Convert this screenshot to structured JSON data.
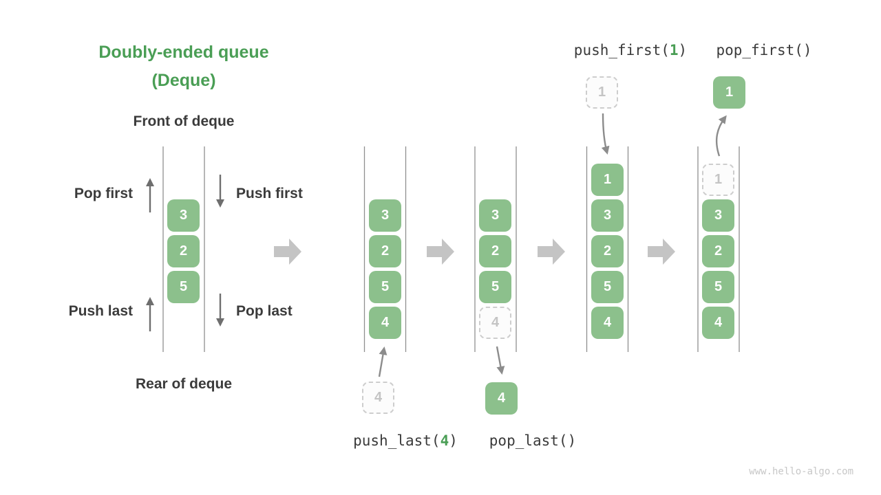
{
  "title": {
    "line1": "Doubly-ended queue",
    "line2": "(Deque)"
  },
  "deque_labels": {
    "front": "Front of deque",
    "rear": "Rear of deque",
    "pop_first": "Pop first",
    "push_first": "Push first",
    "push_last": "Push last",
    "pop_last": "Pop last"
  },
  "operations": {
    "push_first": {
      "pre": "push_first(",
      "arg": "1",
      "post": ")"
    },
    "pop_first": {
      "pre": "pop_first()",
      "arg": "",
      "post": ""
    },
    "push_last": {
      "pre": "push_last(",
      "arg": "4",
      "post": ")"
    },
    "pop_last": {
      "pre": "pop_last()",
      "arg": "",
      "post": ""
    }
  },
  "queues": [
    {
      "name": "deque-initial",
      "cells": [
        {
          "row": 1,
          "value": "3",
          "state": "filled"
        },
        {
          "row": 2,
          "value": "2",
          "state": "filled"
        },
        {
          "row": 3,
          "value": "5",
          "state": "filled"
        }
      ]
    },
    {
      "name": "deque-during-push-last",
      "cells": [
        {
          "row": 1,
          "value": "3",
          "state": "filled"
        },
        {
          "row": 2,
          "value": "2",
          "state": "filled"
        },
        {
          "row": 3,
          "value": "5",
          "state": "filled"
        },
        {
          "row": 4,
          "value": "4",
          "state": "filled"
        }
      ],
      "external": {
        "value": "4",
        "state": "dashed",
        "position": "below"
      }
    },
    {
      "name": "deque-during-pop-last",
      "cells": [
        {
          "row": 1,
          "value": "3",
          "state": "filled"
        },
        {
          "row": 2,
          "value": "2",
          "state": "filled"
        },
        {
          "row": 3,
          "value": "5",
          "state": "filled"
        },
        {
          "row": 4,
          "value": "4",
          "state": "dashed"
        }
      ],
      "external": {
        "value": "4",
        "state": "filled",
        "position": "below"
      }
    },
    {
      "name": "deque-during-push-first",
      "cells": [
        {
          "row": 0,
          "value": "1",
          "state": "filled"
        },
        {
          "row": 1,
          "value": "3",
          "state": "filled"
        },
        {
          "row": 2,
          "value": "2",
          "state": "filled"
        },
        {
          "row": 3,
          "value": "5",
          "state": "filled"
        },
        {
          "row": 4,
          "value": "4",
          "state": "filled"
        }
      ],
      "external": {
        "value": "1",
        "state": "dashed",
        "position": "above"
      }
    },
    {
      "name": "deque-during-pop-first",
      "cells": [
        {
          "row": 0,
          "value": "1",
          "state": "dashed"
        },
        {
          "row": 1,
          "value": "3",
          "state": "filled"
        },
        {
          "row": 2,
          "value": "2",
          "state": "filled"
        },
        {
          "row": 3,
          "value": "5",
          "state": "filled"
        },
        {
          "row": 4,
          "value": "4",
          "state": "filled"
        }
      ],
      "external": {
        "value": "1",
        "state": "filled",
        "position": "above"
      }
    }
  ],
  "colors": {
    "accent_green": "#4a9e55",
    "cell_green": "#8cc08c",
    "dark_text": "#3b3b3b",
    "muted_arrow": "#6e6e6e",
    "big_arrow": "#c4c4c4",
    "dashed_border": "#cdcdcd",
    "dashed_text": "#c4c4c4",
    "wall": "#8f8f8f",
    "watermark": "#c7c7c7"
  },
  "watermark": "www.hello-algo.com"
}
